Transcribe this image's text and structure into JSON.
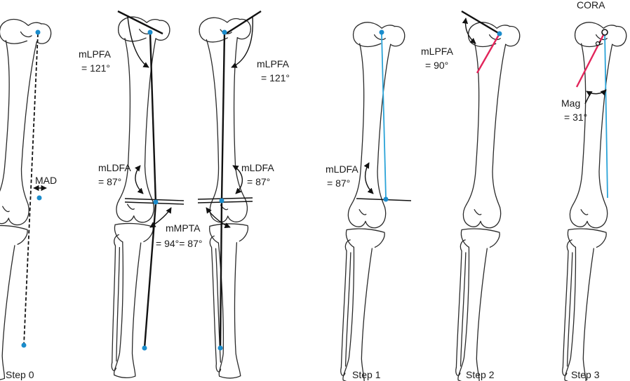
{
  "labels": {
    "mad": "MAD",
    "mlpfa_label": "mLPFA",
    "mlpfa_121": "= 121°",
    "mlpfa_90": "= 90°",
    "mldfa_label": "mLDFA",
    "mldfa_87": "= 87°",
    "mmpta_label": "mMPTA",
    "mmpta_values": "= 94°= 87°",
    "mag_label": "Mag",
    "mag_value": "= 31°",
    "cora": "CORA"
  },
  "steps": [
    "Step 0",
    "Step 1",
    "Step 2",
    "Step 3"
  ],
  "colors": {
    "mechanical_axis": "#2aa3d8",
    "correction_line": "#e2245a",
    "landmark": "#1a8ccc"
  }
}
